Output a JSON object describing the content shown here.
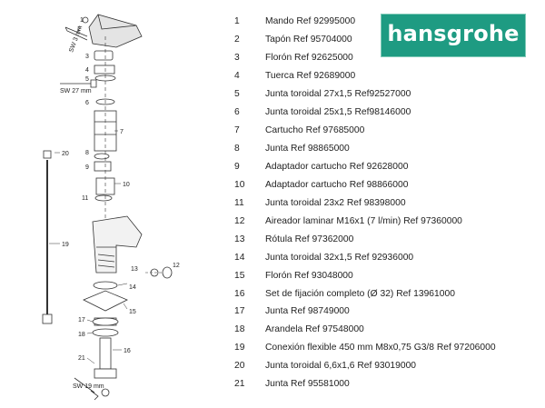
{
  "brand": {
    "logo_text": "hansgrohe",
    "color": "#1e9b82"
  },
  "diagram": {
    "wrench_labels": [
      "SW 3 mm",
      "SW 27 mm",
      "SW 19 mm"
    ],
    "callouts": [
      "1",
      "2",
      "3",
      "4",
      "5",
      "6",
      "7",
      "8",
      "9",
      "10",
      "11",
      "12",
      "13",
      "14",
      "15",
      "16",
      "17",
      "18",
      "19",
      "20",
      "21"
    ]
  },
  "parts": [
    {
      "num": "1",
      "desc": "Mando Ref 92995000"
    },
    {
      "num": "2",
      "desc": "Tapón Ref 95704000"
    },
    {
      "num": "3",
      "desc": "Florón Ref 92625000"
    },
    {
      "num": "4",
      "desc": "Tuerca Ref 92689000"
    },
    {
      "num": "5",
      "desc": "Junta toroidal 27x1,5 Ref92527000"
    },
    {
      "num": "6",
      "desc": "Junta toroidal 25x1,5 Ref98146000"
    },
    {
      "num": "7",
      "desc": "Cartucho Ref 97685000"
    },
    {
      "num": "8",
      "desc": "Junta Ref 98865000"
    },
    {
      "num": "9",
      "desc": "Adaptador cartucho Ref 92628000"
    },
    {
      "num": "10",
      "desc": "Adaptador cartucho Ref 98866000"
    },
    {
      "num": "11",
      "desc": "Junta toroidal 23x2 Ref 98398000"
    },
    {
      "num": "12",
      "desc": "Aireador laminar M16x1 (7 l/min) Ref 97360000"
    },
    {
      "num": "13",
      "desc": "Rótula Ref 97362000"
    },
    {
      "num": "14",
      "desc": "Junta toroidal 32x1,5 Ref 92936000"
    },
    {
      "num": "15",
      "desc": "Florón Ref 93048000"
    },
    {
      "num": "16",
      "desc": "Set de fijación completo (Ø 32) Ref 13961000"
    },
    {
      "num": "17",
      "desc": "Junta Ref 98749000"
    },
    {
      "num": "18",
      "desc": "Arandela Ref 97548000"
    },
    {
      "num": "19",
      "desc": "Conexión flexible 450 mm M8x0,75 G3/8 Ref 97206000"
    },
    {
      "num": "20",
      "desc": "Junta toroidal 6,6x1,6 Ref 93019000"
    },
    {
      "num": "21",
      "desc": "Junta Ref 95581000"
    }
  ]
}
